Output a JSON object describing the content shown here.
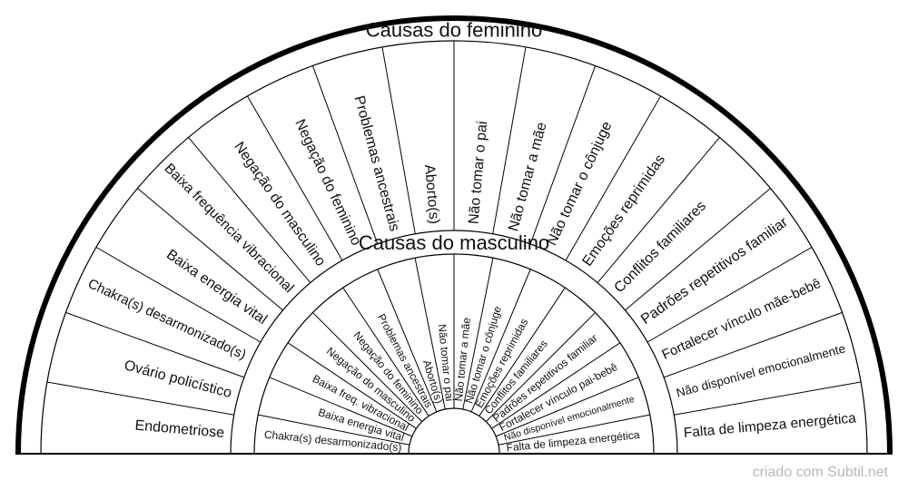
{
  "outer_title": "Causas do feminino",
  "inner_title": "Causas do masculino",
  "outer_sectors": [
    "Endometriose",
    "Ovário policístico",
    "Chakra(s) desarmonizado(s)",
    "Baixa energia vital",
    "Baixa frequência vibracional",
    "Negação do masculino",
    "Negação do feminino",
    "Problemas ancestrais",
    "Aborto(s)",
    "Não tomar o pai",
    "Não tomar a mãe",
    "Não tomar o cônjuge",
    "Emoções reprimidas",
    "Conflitos familiares",
    "Padrões repetitivos familiar",
    "Fortalecer vínculo mãe-bebê",
    "Não disponível emocionalmente",
    "Falta de limpeza energética"
  ],
  "inner_sectors": [
    "Chakra(s) desarmonizado(s)",
    "Baixa energia vital",
    "Baixa freq. vibracional",
    "Negação do masculino",
    "Negação do feminino",
    "Problemas ancestrais",
    "Aborto(s)",
    "Não tomar o pai",
    "Não tomar a mãe",
    "Não tomar o cônjuge",
    "Emoções reprimidas",
    "Conflitos familiares",
    "Padrões repetitivos familiar",
    "Fortalecer vínculo pai-bebê",
    "Não disponível emocionalmente",
    "Falta de limpeza energética"
  ],
  "credit": "criado com Subtil.net"
}
